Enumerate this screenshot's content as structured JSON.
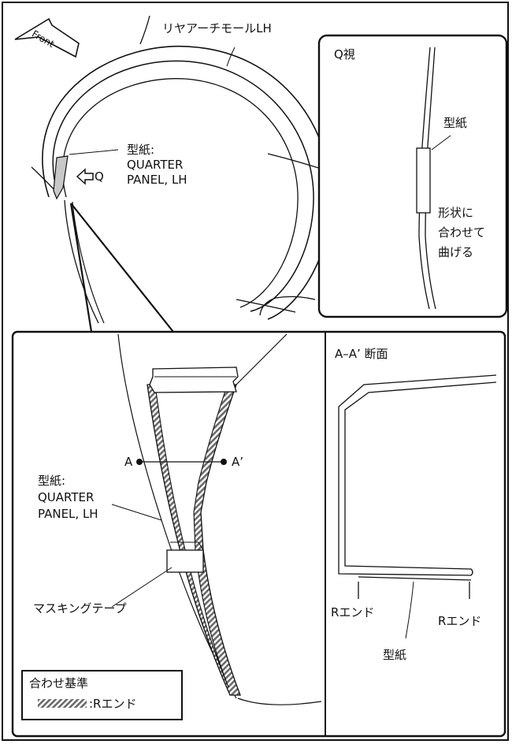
{
  "top_view": {
    "front_label": "Front",
    "arch_mould_label": "リヤアーチモールLH",
    "template_label_lines": [
      "型紙:",
      "QUARTER",
      "PANEL, LH"
    ],
    "view_marker": "Q"
  },
  "q_view": {
    "title": "Q視",
    "template_label": "型紙",
    "bend_note_lines": [
      "形状に",
      "合わせて",
      "曲げる"
    ]
  },
  "detail_view": {
    "section_mark_left": "A",
    "section_mark_right": "A’",
    "template_label_lines": [
      "型紙:",
      "QUARTER",
      "PANEL, LH"
    ],
    "masking_tape_label": "マスキングテープ"
  },
  "section_view": {
    "title": "A–A’ 断面",
    "r_end_left": "Rエンド",
    "r_end_right": "Rエンド",
    "template_label": "型紙"
  },
  "legend": {
    "title": "合わせ基準",
    "item_label": ":Rエンド"
  },
  "colors": {
    "line": "#111111",
    "template_fill": "#c8c8c8",
    "r_end_hatch": "#6a6a6a"
  }
}
